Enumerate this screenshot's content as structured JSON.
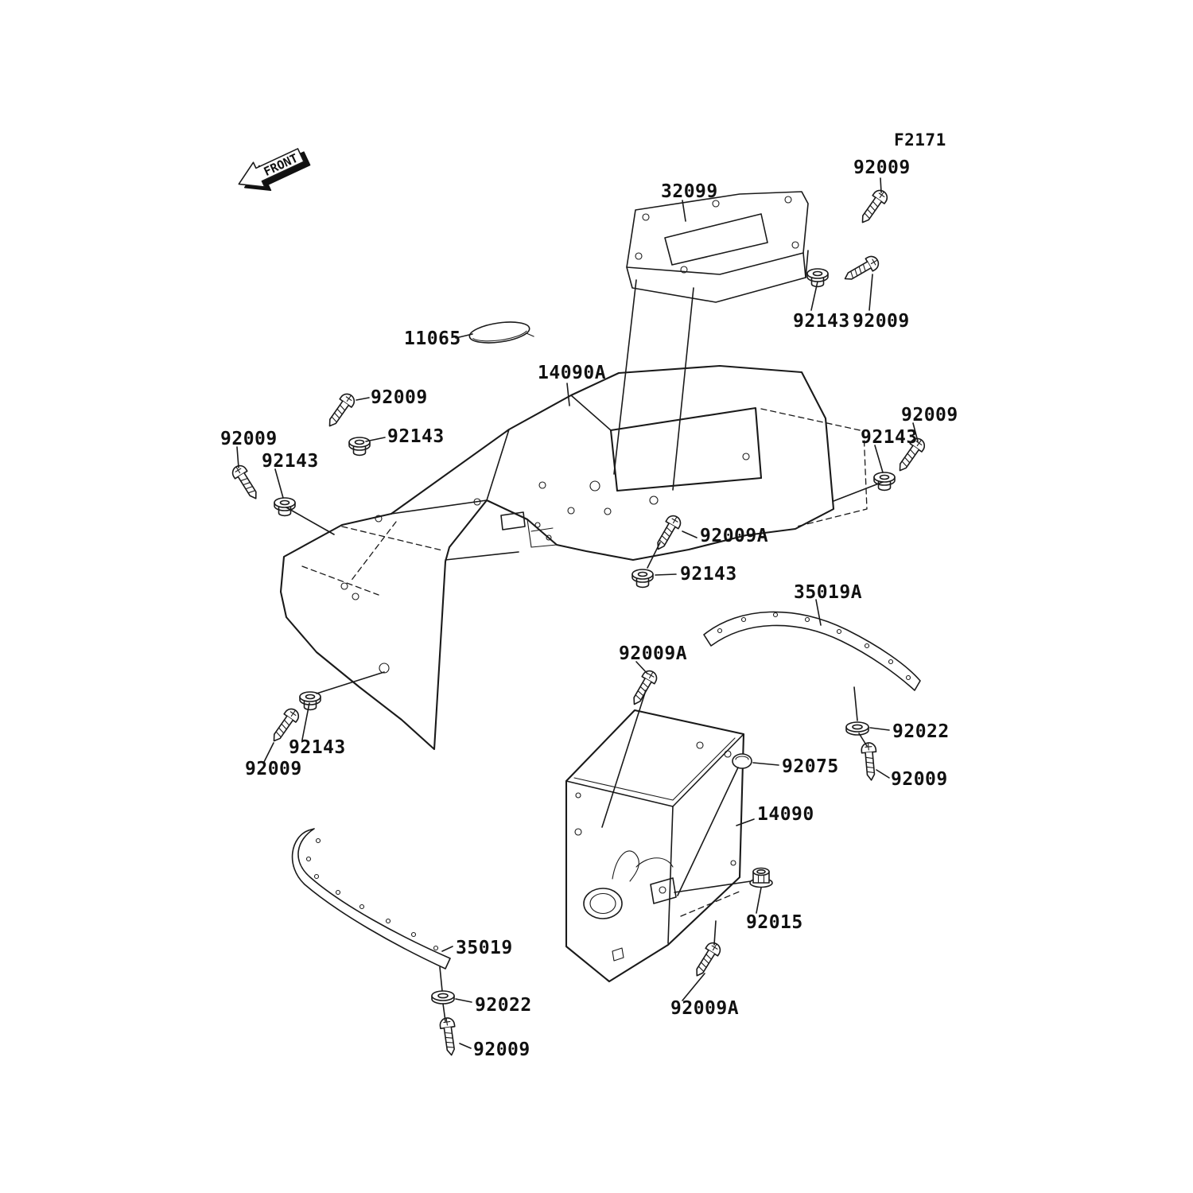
{
  "diagram": {
    "code": "F2171",
    "front_label": "FRONT",
    "labels": [
      {
        "text": "92009"
      },
      {
        "text": "32099"
      },
      {
        "text": "92143"
      },
      {
        "text": "92009"
      },
      {
        "text": "11065"
      },
      {
        "text": "14090A"
      },
      {
        "text": "92009"
      },
      {
        "text": "92143"
      },
      {
        "text": "92009"
      },
      {
        "text": "92143"
      },
      {
        "text": "92009"
      },
      {
        "text": "92143"
      },
      {
        "text": "92009A"
      },
      {
        "text": "92143"
      },
      {
        "text": "35019A"
      },
      {
        "text": "92009A"
      },
      {
        "text": "92022"
      },
      {
        "text": "92143"
      },
      {
        "text": "92009"
      },
      {
        "text": "92075"
      },
      {
        "text": "92009"
      },
      {
        "text": "14090"
      },
      {
        "text": "92015"
      },
      {
        "text": "35019"
      },
      {
        "text": "92022"
      },
      {
        "text": "92009A"
      },
      {
        "text": "92009"
      }
    ]
  },
  "colors": {
    "line": "#1a1a1a",
    "background": "#ffffff"
  }
}
